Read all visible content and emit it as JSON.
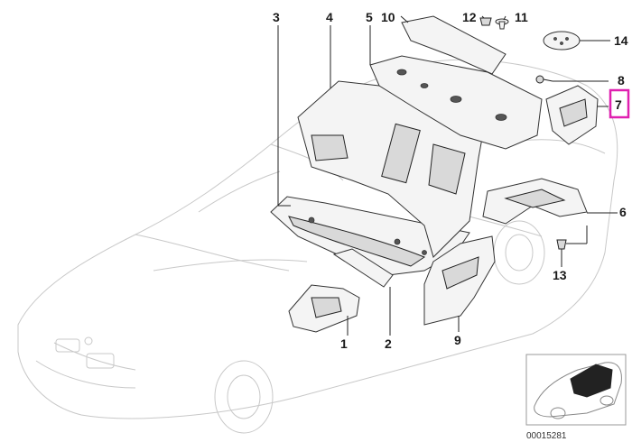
{
  "callouts": {
    "c1": "1",
    "c2": "2",
    "c3": "3",
    "c4": "4",
    "c5": "5",
    "c6": "6",
    "c7": "7",
    "c8": "8",
    "c9": "9",
    "c10": "10",
    "c11": "11",
    "c12": "12",
    "c13": "13",
    "c14": "14"
  },
  "highlighted_callout": "7",
  "highlight_color": "#e020b0",
  "thumbnail": {
    "code": "00015281"
  }
}
